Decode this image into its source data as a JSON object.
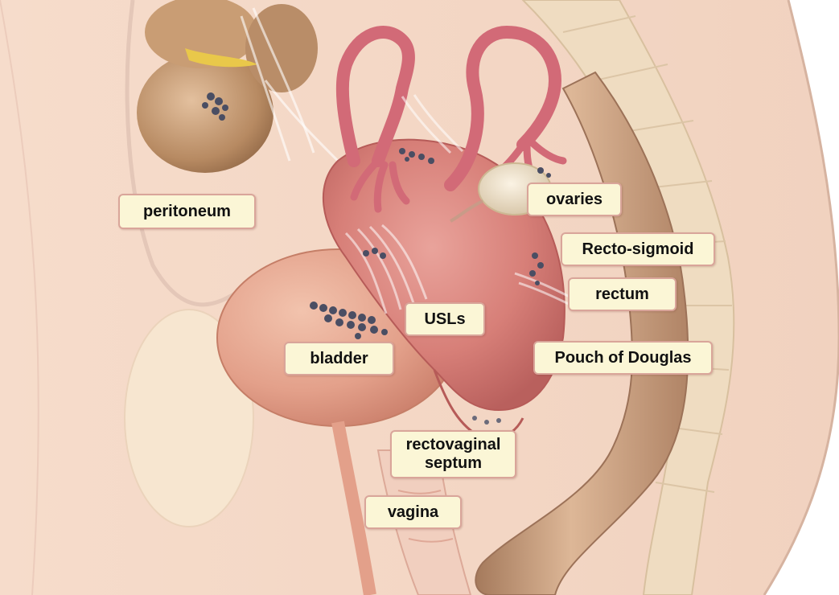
{
  "labels": {
    "peritoneum": "peritoneum",
    "ovaries": "ovaries",
    "recto_sigmoid": "Recto-sigmoid",
    "rectum": "rectum",
    "usls": "USLs",
    "bladder": "bladder",
    "pouch_of_douglas": "Pouch of Douglas",
    "rectovaginal_line1": "rectovaginal",
    "rectovaginal_line2": "septum",
    "vagina": "vagina"
  },
  "colors": {
    "label_fill": "#fbf6d6",
    "label_border": "#d9a59a",
    "skin": "#f3d9c8",
    "uterus": "#d9837c",
    "bladder": "#e7a58e",
    "fallopian_tube": "#d46a78",
    "colon": "#cfa689",
    "spine": "#f0dcc4",
    "endometrial_lesions": "#4a4e63"
  }
}
